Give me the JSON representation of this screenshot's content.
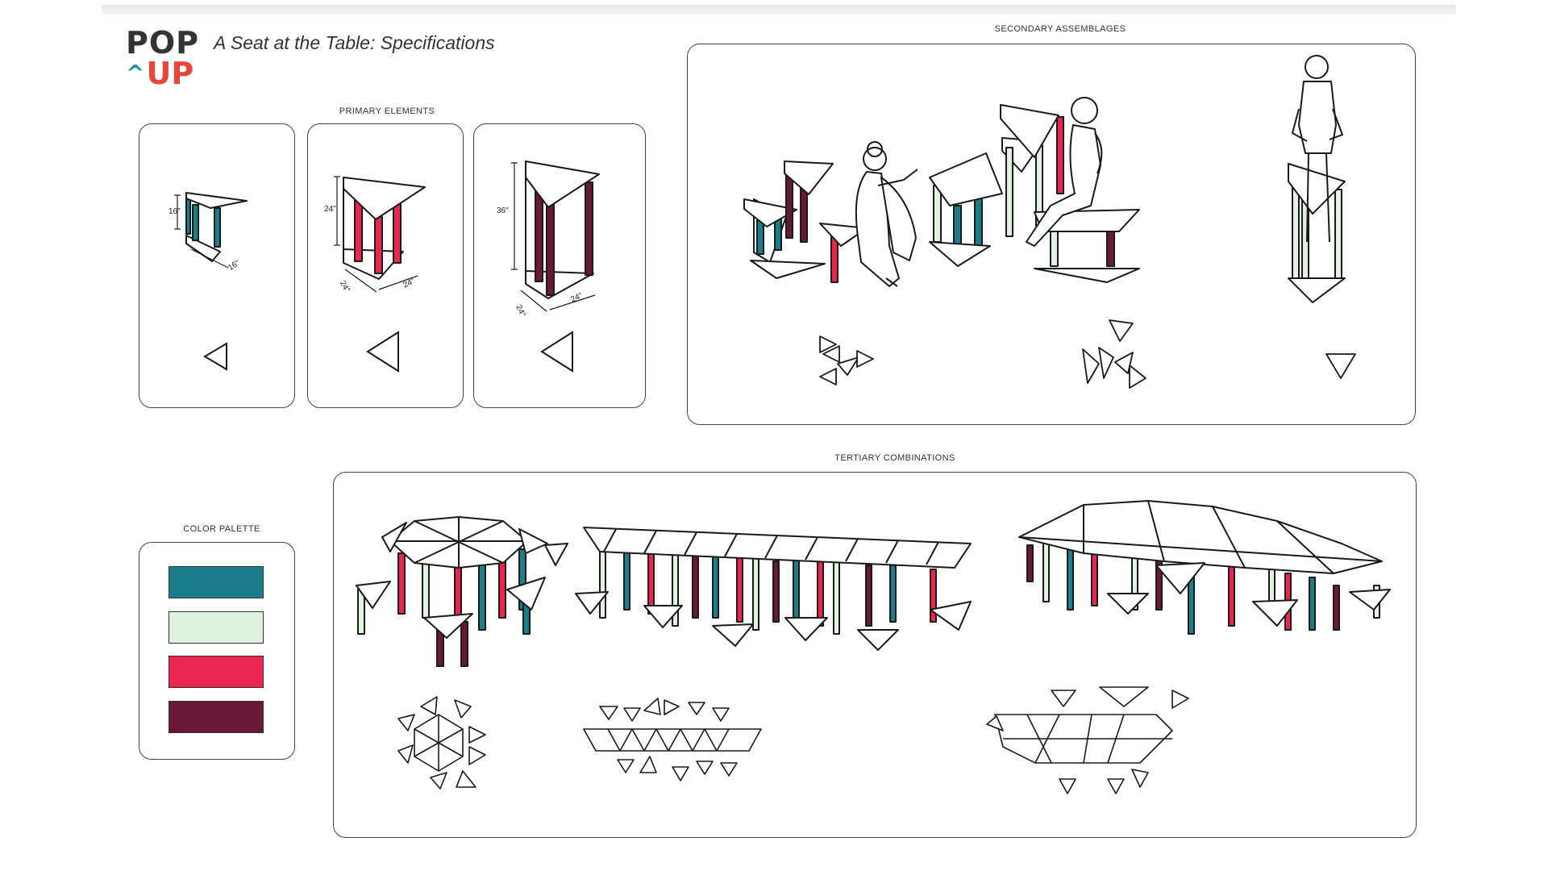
{
  "header": {
    "logo_top": "POP",
    "logo_caret": "^",
    "logo_bottom": "UP",
    "title": "A Seat at the Table: Specifications"
  },
  "sections": {
    "primary": "PRIMARY ELEMENTS",
    "secondary": "SECONDARY ASSEMBLAGES",
    "tertiary": "TERTIARY COMBINATIONS",
    "palette": "COLOR PALETTE"
  },
  "primary_elements": [
    {
      "height": "16\"",
      "side_a": "16\"",
      "side_b": ""
    },
    {
      "height": "24\"",
      "side_a": "24\"",
      "side_b": "24\""
    },
    {
      "height": "36\"",
      "side_a": "24\"",
      "side_b": "24\""
    }
  ],
  "palette": {
    "colors": [
      "#1b7d8a",
      "#e2f2e0",
      "#e8264f",
      "#6a1838"
    ],
    "outline": "#1a1a1a"
  }
}
